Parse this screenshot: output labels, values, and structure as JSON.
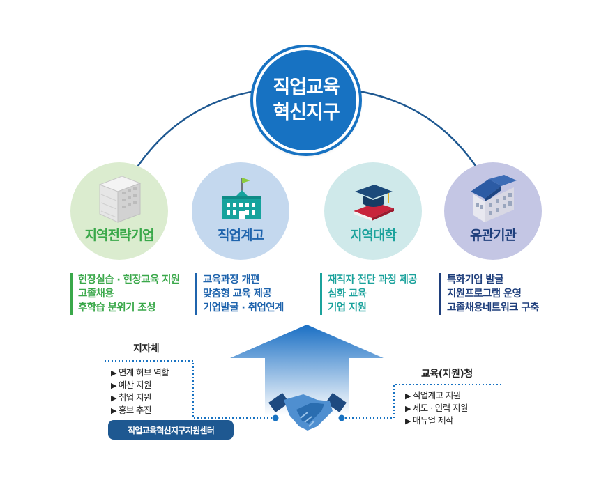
{
  "center": {
    "line1": "직업교육",
    "line2": "혁신지구",
    "color": "#1772c2"
  },
  "entities": [
    {
      "name": "지역전략기업",
      "icon": "office-building-icon",
      "circle_color": "#dbeccf",
      "text_color": "#3aa84a",
      "items": [
        "현장실습 · 현장교육 지원",
        "고졸채용",
        "후학습 분위기 조성"
      ]
    },
    {
      "name": "직업계고",
      "icon": "school-building-icon",
      "circle_color": "#c4d8ee",
      "text_color": "#1f64ad",
      "items": [
        "교육과정 개편",
        "맞춤형 교육 제공",
        "기업발굴 ·  취업연계"
      ]
    },
    {
      "name": "지역대학",
      "icon": "graduation-cap-book-icon",
      "circle_color": "#cfe9ea",
      "text_color": "#1ba29c",
      "items": [
        "재직자 전단 과정 제공",
        "심화 교육",
        "기업 지원"
      ]
    },
    {
      "name": "유관기관",
      "icon": "public-building-icon",
      "circle_color": "#c4c6e4",
      "text_color": "#1f3f7c",
      "items": [
        "특화기업 발굴",
        "지원프로그램 운영",
        "고졸채용네트워크 구축"
      ]
    }
  ],
  "local_gov": {
    "title": "지자체",
    "items": [
      "연계 허브 역할",
      "예산 지원",
      "취업 지원",
      "홍보 추진"
    ],
    "badge": "직업교육혁신지구지원센터"
  },
  "education_office": {
    "title": "교육(지원)청",
    "items": [
      "직업계고 지원",
      "제도 · 인력 지원",
      "매뉴얼 제작"
    ]
  },
  "colors": {
    "arc": "#1e5891",
    "dotted": "#1772c2",
    "arrow_top": "#1a6fc4",
    "arrow_bottom": "#ffffff"
  },
  "icons": [
    "upward-arrow-icon",
    "handshake-icon"
  ]
}
